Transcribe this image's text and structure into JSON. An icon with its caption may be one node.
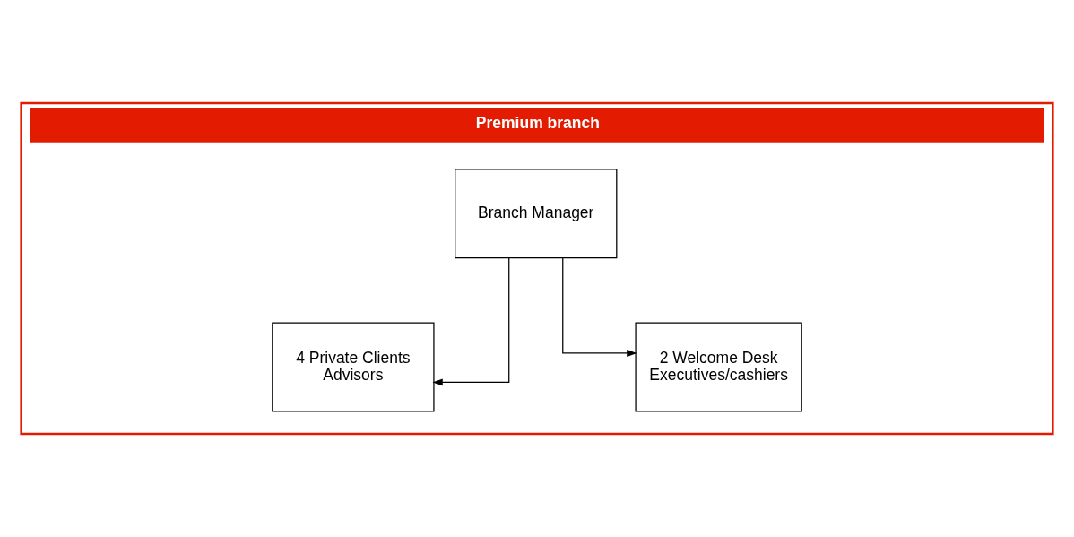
{
  "diagram": {
    "nodes": [
      {
        "text": [
          "Premium branch"
        ]
      },
      {
        "text": [
          "Branch Manager"
        ],
        "in": 0
      },
      {
        "text": [
          "4 Private Clients Advisors"
        ],
        "in": 0
      },
      {
        "text": [
          "2 Welcome Desk Executives/cashiers"
        ],
        "in": 0
      }
    ],
    "edges": [
      {
        "from": 1,
        "to": 2,
        "arrow": "to"
      },
      {
        "from": 1,
        "to": 3,
        "arrow": "to"
      }
    ]
  }
}
